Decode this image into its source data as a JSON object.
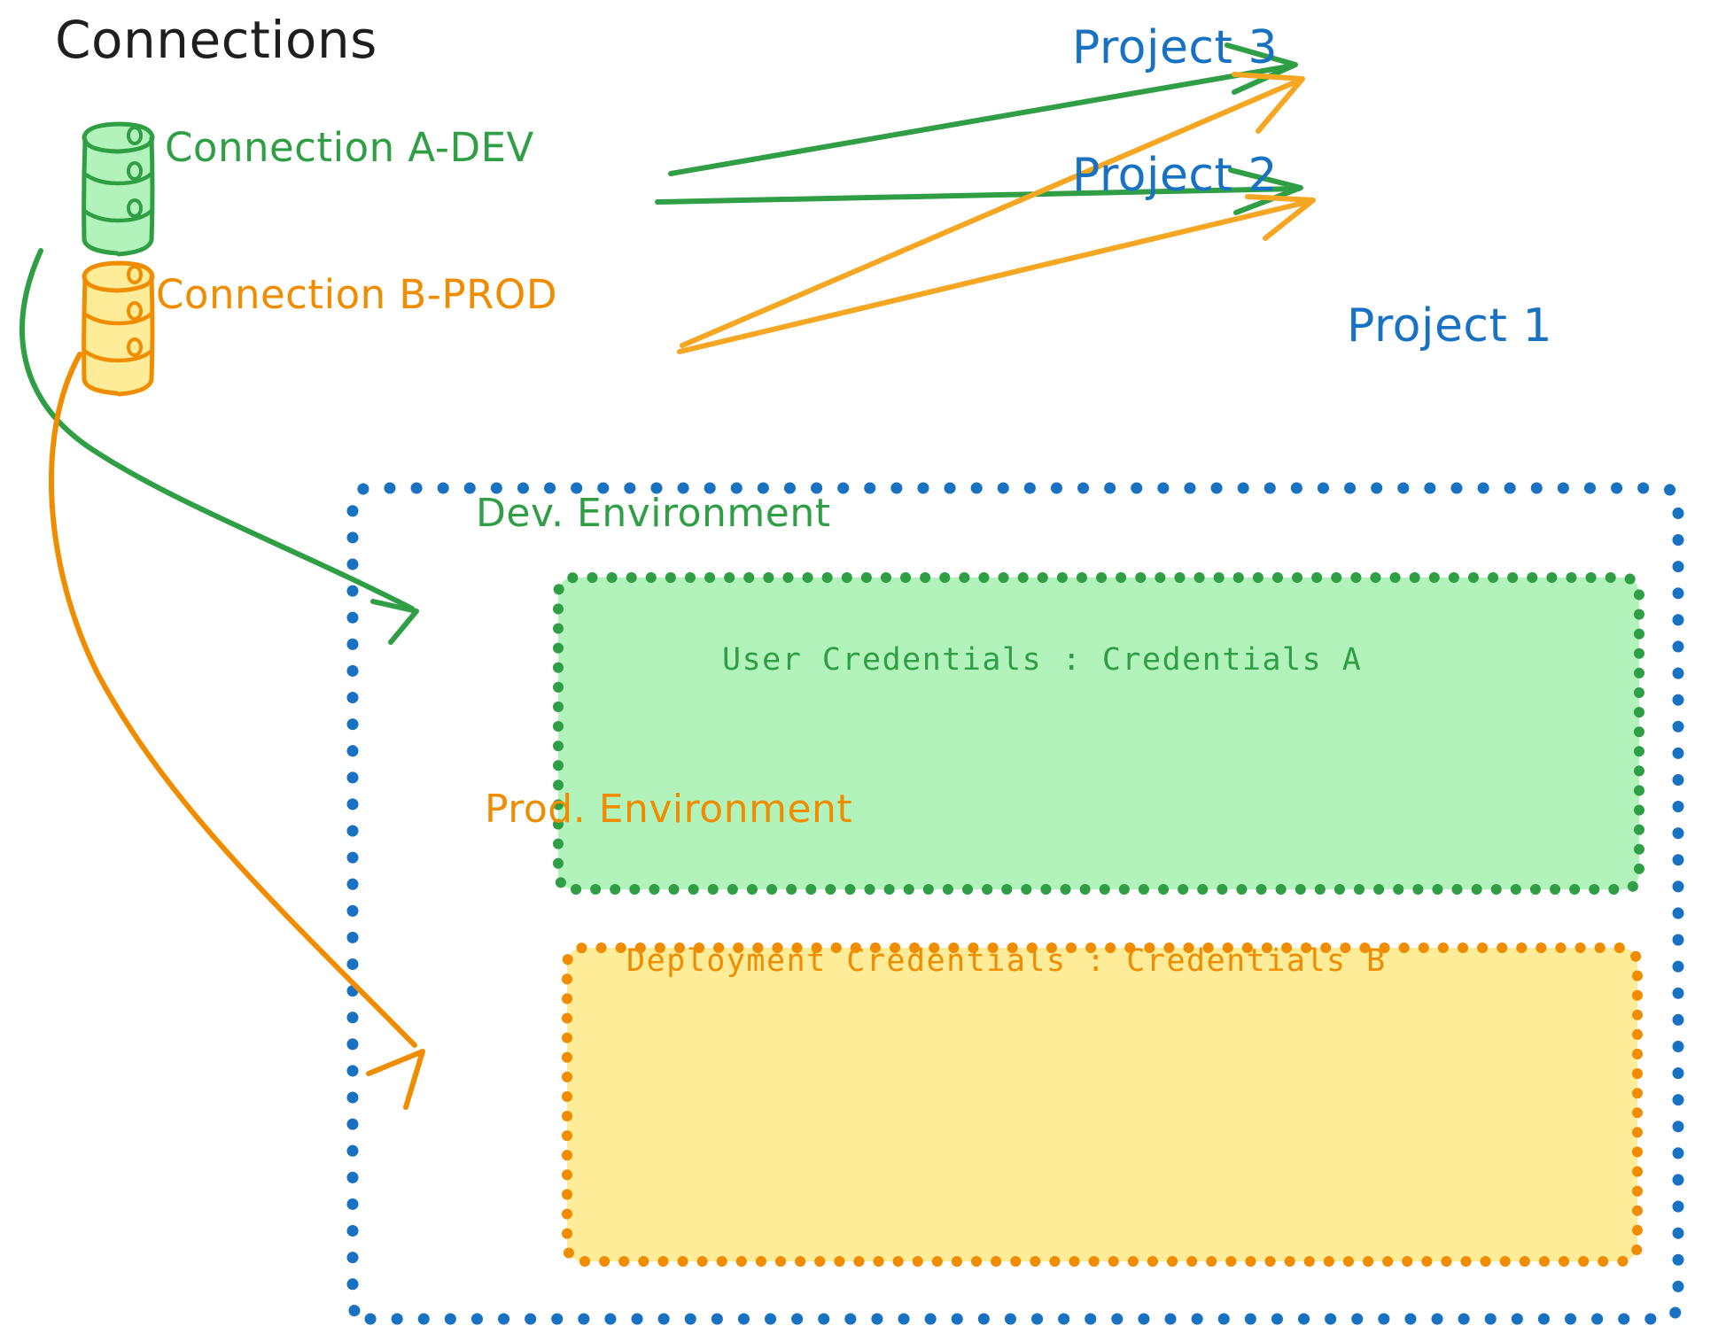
{
  "diagram": {
    "title": "Connections",
    "background": "#ffffff"
  },
  "colors": {
    "green_stroke": "#2f9e44",
    "green_fill": "#b2f2bb",
    "orange_stroke": "#f08c00",
    "orange_fill": "#ffec99",
    "blue_stroke": "#1971c2",
    "black_text": "#1e1e1e"
  },
  "connections": [
    {
      "id": "connection-a-dev",
      "label": "Connection A-DEV",
      "icon": "database-cylinder-icon",
      "color": "#2f9e44"
    },
    {
      "id": "connection-b-prod",
      "label": "Connection B-PROD",
      "icon": "database-cylinder-icon",
      "color": "#f08c00"
    }
  ],
  "projects": [
    {
      "id": "project-3",
      "label": "Project 3"
    },
    {
      "id": "project-2",
      "label": "Project 2"
    },
    {
      "id": "project-1",
      "label": "Project 1"
    }
  ],
  "project_1": {
    "label": "Project 1",
    "environments": [
      {
        "id": "dev-environment",
        "title": "Dev. Environment",
        "credentials_label": "User Credentials",
        "credentials_separator": ":",
        "credentials_value": "Credentials A",
        "credentials_line": "User Credentials : Credentials A",
        "color": "#2f9e44",
        "fill": "#b2f2bb"
      },
      {
        "id": "prod-environment",
        "title": "Prod. Environment",
        "credentials_label": "Deployment Credentials",
        "credentials_separator": ":",
        "credentials_value": "Credentials B",
        "credentials_line": "Deployment Credentials : Credentials B",
        "color": "#f08c00",
        "fill": "#ffec99"
      }
    ]
  },
  "arrows": [
    {
      "id": "arrow-a-dev-to-project-3",
      "from": "connection-a-dev",
      "to": "project-3",
      "color": "#2f9e44"
    },
    {
      "id": "arrow-a-dev-to-project-2",
      "from": "connection-a-dev",
      "to": "project-2",
      "color": "#2f9e44"
    },
    {
      "id": "arrow-a-dev-to-dev-environment",
      "from": "connection-a-dev",
      "to": "dev-environment",
      "color": "#2f9e44"
    },
    {
      "id": "arrow-b-prod-to-project-3",
      "from": "connection-b-prod",
      "to": "project-3",
      "color": "#f5a623"
    },
    {
      "id": "arrow-b-prod-to-project-2",
      "from": "connection-b-prod",
      "to": "project-2",
      "color": "#f5a623"
    },
    {
      "id": "arrow-b-prod-to-prod-environment",
      "from": "connection-b-prod",
      "to": "prod-environment",
      "color": "#f08c00"
    }
  ]
}
